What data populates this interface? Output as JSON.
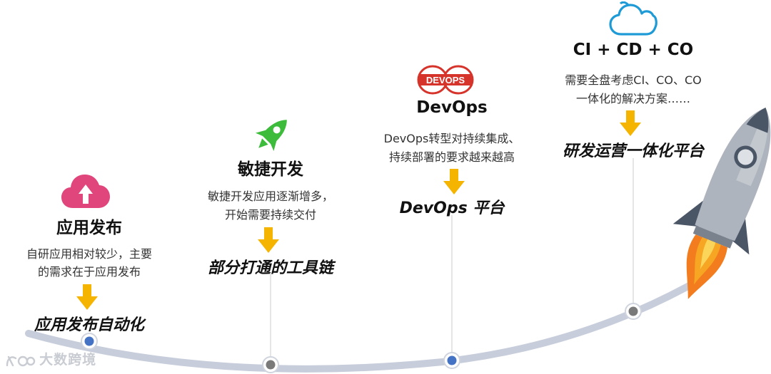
{
  "stages": [
    {
      "icon": "cloud-upload-icon",
      "title": "应用发布",
      "desc": [
        "自研应用相对较少，主要",
        "的需求在于应用发布"
      ],
      "result": "应用发布自动化"
    },
    {
      "icon": "rocket-icon",
      "title": "敏捷开发",
      "desc": [
        "敏捷开发应用逐渐增多，",
        "开始需要持续交付"
      ],
      "result": "部分打通的工具链"
    },
    {
      "icon": "devops-logo",
      "logo_text": "DEVOPS",
      "title": "DevOps",
      "desc": [
        "DevOps转型对持续集成、",
        "持续部署的要求越来越高"
      ],
      "result": "DevOps 平台"
    },
    {
      "icon": "cloud-outline-icon",
      "title": "CI + CD + CO",
      "desc": [
        "需要全盘考虑CI、CO、CO",
        "一体化的解决方案……"
      ],
      "result": "研发运营一体化平台"
    }
  ],
  "watermark": "大数跨境",
  "colors": {
    "arrow": "#f5b400",
    "curve": "#c7cddb",
    "node_blue": "#4472c4",
    "node_gray": "#7a7a7a",
    "pink": "#e0457b",
    "green": "#3dbb3a",
    "devops_red": "#d6332b",
    "cloud_blue": "#1e9bd7"
  }
}
